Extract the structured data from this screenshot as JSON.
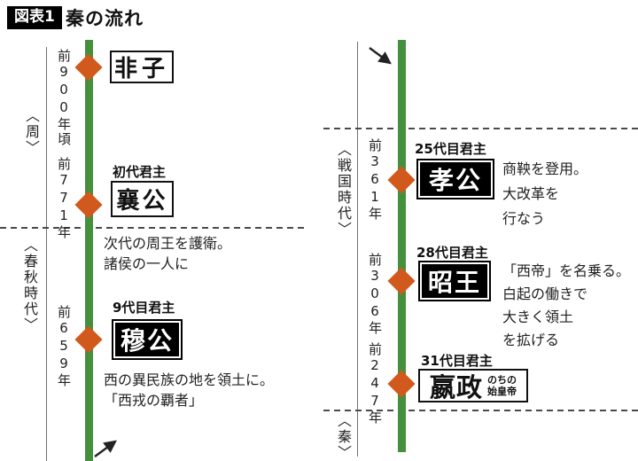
{
  "title": {
    "badge": "図表1",
    "text": "秦の流れ"
  },
  "colors": {
    "timeline_green": "#44903C",
    "marker_orange": "#D2591D"
  },
  "left_timeline": {
    "eras": [
      "〈周〉",
      "〈春秋時代〉"
    ],
    "events": [
      {
        "date": "前900年頃",
        "name": "非子"
      },
      {
        "date": "前771年",
        "label": "初代君主",
        "name": "襄公",
        "desc": [
          "次代の周王を護衛。",
          "諸侯の一人に"
        ]
      },
      {
        "date": "前659年",
        "label": "9代目君主",
        "name": "穆公",
        "desc": [
          "西の異民族の地を領土に。",
          "「西戎の覇者」"
        ]
      }
    ]
  },
  "right_timeline": {
    "eras": [
      "〈戦国時代〉",
      "〈秦〉"
    ],
    "events": [
      {
        "date": "前361年",
        "label": "25代目君主",
        "name": "孝公",
        "desc": [
          "商鞅を登用。",
          "大改革を",
          "行なう"
        ]
      },
      {
        "date": "前306年",
        "label": "28代目君主",
        "name": "昭王",
        "desc": [
          "「西帝」を名乗る。",
          "白起の働きで",
          "大きく領土",
          "を拡げる"
        ]
      },
      {
        "date": "前247年",
        "label": "31代目君主",
        "name": "嬴政",
        "name_note": [
          "のちの",
          "始皇帝"
        ]
      }
    ]
  }
}
